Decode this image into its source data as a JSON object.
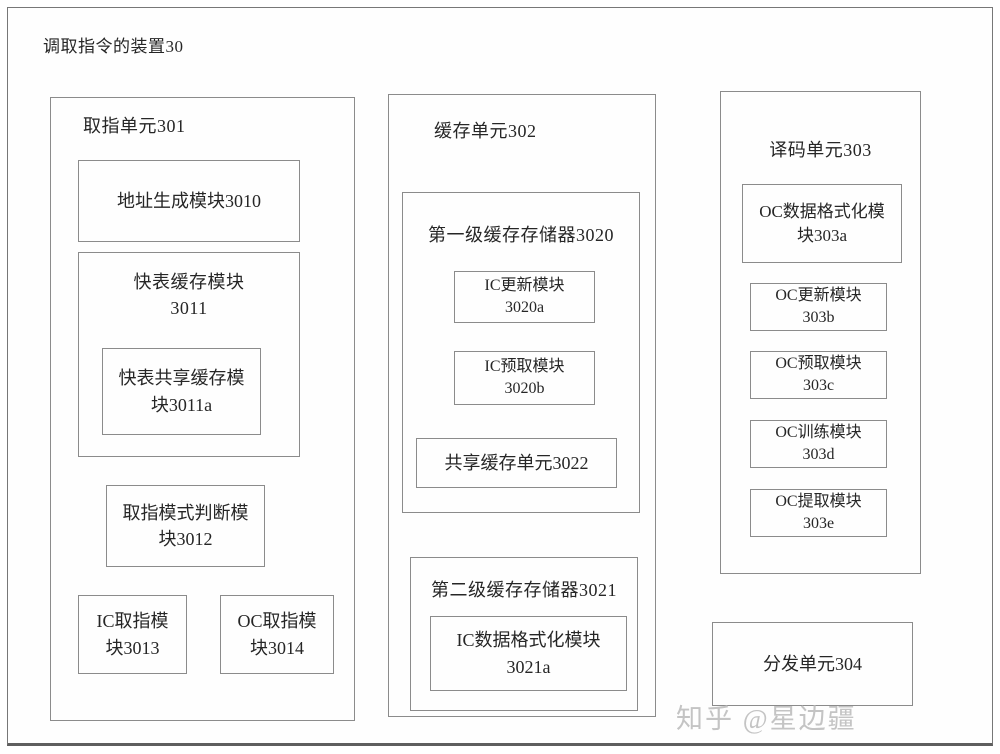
{
  "title": "调取指令的装置30",
  "watermark": "知乎 @星边疆",
  "colors": {
    "background": "#ffffff",
    "border": "#8b8b8b",
    "text": "#262626",
    "watermark": "#c4c4c4"
  },
  "units": {
    "fetch_unit": {
      "label": "取指单元301",
      "address_gen_module": "地址生成模块3010",
      "tlb_cache_module": [
        "快表缓存模块",
        "3011"
      ],
      "tlb_shared_cache_module": [
        "快表共享缓存模",
        "块3011a"
      ],
      "fetch_mode_judge_module": [
        "取指模式判断模",
        "块3012"
      ],
      "ic_fetch_module": [
        "IC取指模",
        "块3013"
      ],
      "oc_fetch_module": [
        "OC取指模",
        "块3014"
      ]
    },
    "cache_unit": {
      "label": "缓存单元302",
      "l1_cache": {
        "label": "第一级缓存存储器3020",
        "ic_update_module": [
          "IC更新模块",
          "3020a"
        ],
        "ic_prefetch_module": [
          "IC预取模块",
          "3020b"
        ],
        "shared_cache_unit": "共享缓存单元3022"
      },
      "l2_cache": {
        "label": "第二级缓存存储器3021",
        "ic_data_format_module": [
          "IC数据格式化模块",
          "3021a"
        ]
      }
    },
    "decode_unit": {
      "label": "译码单元303",
      "oc_data_format_module": [
        "OC数据格式化模",
        "块303a"
      ],
      "oc_update_module": [
        "OC更新模块",
        "303b"
      ],
      "oc_prefetch_module": [
        "OC预取模块",
        "303c"
      ],
      "oc_train_module": [
        "OC训练模块",
        "303d"
      ],
      "oc_extract_module": [
        "OC提取模块",
        "303e"
      ]
    },
    "dispatch_unit": {
      "label": "分发单元304"
    }
  }
}
